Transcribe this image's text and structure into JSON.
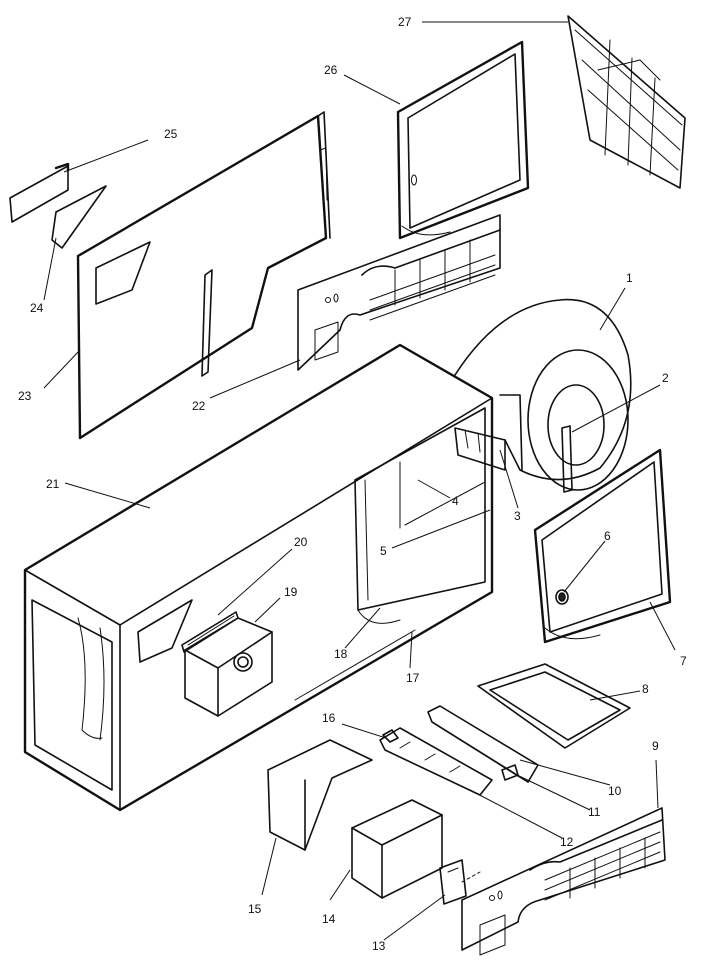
{
  "diagram": {
    "labels": [
      {
        "id": "1",
        "text": "1"
      },
      {
        "id": "2",
        "text": "2"
      },
      {
        "id": "3",
        "text": "3"
      },
      {
        "id": "4",
        "text": "4"
      },
      {
        "id": "5",
        "text": "5"
      },
      {
        "id": "6",
        "text": "6"
      },
      {
        "id": "7",
        "text": "7"
      },
      {
        "id": "8",
        "text": "8"
      },
      {
        "id": "9",
        "text": "9"
      },
      {
        "id": "10",
        "text": "10"
      },
      {
        "id": "11",
        "text": "11"
      },
      {
        "id": "12",
        "text": "12"
      },
      {
        "id": "13",
        "text": "13"
      },
      {
        "id": "14",
        "text": "14"
      },
      {
        "id": "15",
        "text": "15"
      },
      {
        "id": "16",
        "text": "16"
      },
      {
        "id": "17",
        "text": "17"
      },
      {
        "id": "18",
        "text": "18"
      },
      {
        "id": "19",
        "text": "19"
      },
      {
        "id": "20",
        "text": "20"
      },
      {
        "id": "21",
        "text": "21"
      },
      {
        "id": "22",
        "text": "22"
      },
      {
        "id": "23",
        "text": "23"
      },
      {
        "id": "24",
        "text": "24"
      },
      {
        "id": "25",
        "text": "25"
      },
      {
        "id": "26",
        "text": "26"
      },
      {
        "id": "27",
        "text": "27"
      }
    ]
  }
}
